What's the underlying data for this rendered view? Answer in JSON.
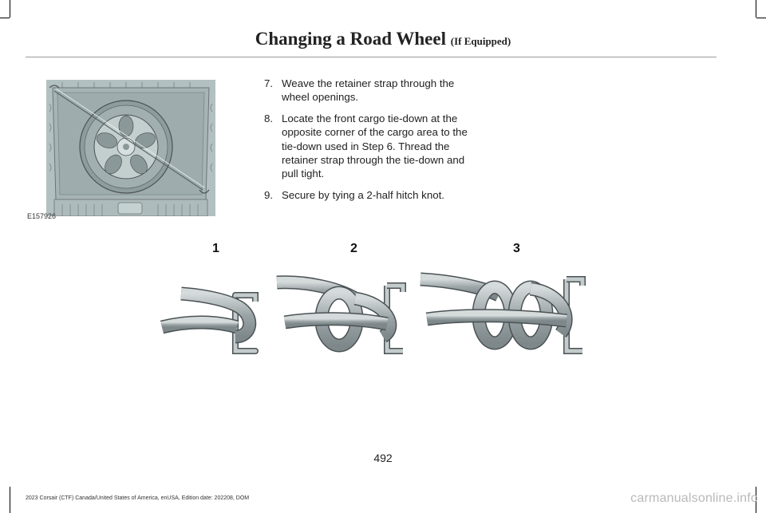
{
  "header": {
    "title": "Changing a Road Wheel",
    "subtitle": "(If Equipped)"
  },
  "figure_top": {
    "code": "E157926"
  },
  "steps": [
    {
      "num": "7.",
      "text": "Weave the retainer strap through the wheel openings."
    },
    {
      "num": "8.",
      "text": "Locate the front cargo tie-down at the opposite corner of the cargo area to the tie-down used in Step 6. Thread the retainer strap through the tie-down and pull tight."
    },
    {
      "num": "9.",
      "text": "Secure by tying a 2-half hitch knot."
    }
  ],
  "figure_knots": {
    "labels": [
      "1",
      "2",
      "3"
    ]
  },
  "footer": {
    "page_number": "492",
    "edition": "2023 Corsair (CTF) Canada/United States of America, enUSA, Edition date: 202208, DOM",
    "watermark": "carmanualsonline.info"
  },
  "colors": {
    "illustration_bg": "#b6c3c4",
    "strap": "#9aa3a5",
    "outline": "#4a5254"
  }
}
